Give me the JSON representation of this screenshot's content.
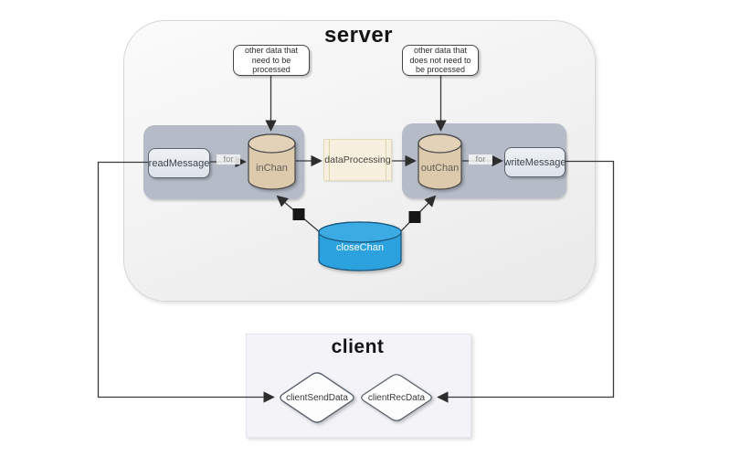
{
  "server": {
    "title": "server",
    "notes": {
      "left": "other data that need to be processed",
      "right": "other data that does not need to be processed"
    },
    "nodes": {
      "read_message": "readMessage",
      "in_chan": "inChan",
      "data_processing": "dataProcessing",
      "out_chan": "outChan",
      "write_message": "writeMessage",
      "close_chan": "closeChan"
    },
    "edge_labels": {
      "left": "for",
      "right": "for"
    }
  },
  "client": {
    "title": "client",
    "nodes": {
      "send": "clientSendData",
      "receive": "clientRecData"
    }
  },
  "colors": {
    "channel_cylinder_fill": "#ddc9ab",
    "close_channel_fill": "#2ba1de",
    "group_background": "#b5bcc8",
    "process_background": "#f7f0df",
    "message_node_fill": "#e7ebf1",
    "connector_stroke": "#3a3a3a"
  }
}
